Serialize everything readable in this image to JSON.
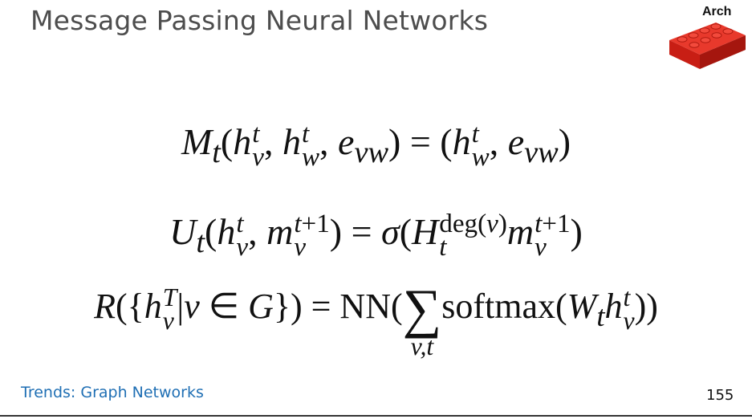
{
  "slide": {
    "title": "Message Passing Neural Networks",
    "tag": "Arch",
    "footer": "Trends: Graph Networks",
    "page_number": "155"
  },
  "icons": {
    "brick": "lego-brick-icon"
  },
  "colors": {
    "title": "#4d4d4d",
    "footer_link": "#1f6fb4",
    "brick": "#d9261c"
  },
  "equations": [
    "M_t(h_v^t, h_w^t, e_{vw}) = (h_w^t, e_{vw})",
    "U_t(h_v^t, m_v^{t+1}) = σ(H_t^{deg(v)} m_v^{t+1})",
    "R({h_v^T | v ∈ G}) = NN(Σ_{v,t} softmax(W_t h_v^t))"
  ]
}
